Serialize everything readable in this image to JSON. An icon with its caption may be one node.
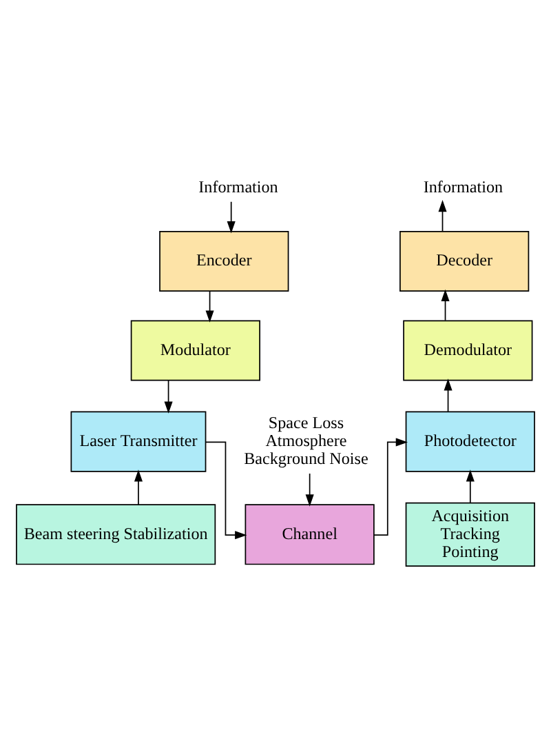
{
  "diagram": {
    "nodes": [
      {
        "text": [
          "Information"
        ]
      },
      {
        "text": [
          "Encoder"
        ]
      },
      {
        "text": [
          "Modulator"
        ]
      },
      {
        "text": [
          "Laser Transmitter"
        ]
      },
      {
        "text": [
          "Beam steering Stabilization"
        ]
      },
      {
        "text": [
          "Channel"
        ]
      },
      {
        "text": [
          "Space Loss Atmosphere Background Noise"
        ]
      },
      {
        "text": [
          "Acquisition Tracking Pointing"
        ]
      },
      {
        "text": [
          "Photodetector"
        ]
      },
      {
        "text": [
          "Demodulator"
        ]
      },
      {
        "text": [
          "Decoder"
        ]
      },
      {
        "text": [
          "Information"
        ]
      }
    ],
    "edges": [
      {
        "from": 0,
        "to": 1,
        "arrow": "to"
      },
      {
        "from": 1,
        "to": 2,
        "arrow": "to"
      },
      {
        "from": 2,
        "to": 3,
        "arrow": "to"
      },
      {
        "from": 4,
        "to": 3,
        "arrow": "to"
      },
      {
        "from": 3,
        "to": 5,
        "arrow": "to"
      },
      {
        "from": 6,
        "to": 5,
        "arrow": "to"
      },
      {
        "from": 5,
        "to": 8,
        "arrow": "to"
      },
      {
        "from": 7,
        "to": 8,
        "arrow": "to"
      },
      {
        "from": 8,
        "to": 9,
        "arrow": "to"
      },
      {
        "from": 9,
        "to": 10,
        "arrow": "to"
      },
      {
        "from": 10,
        "to": 11,
        "arrow": "to"
      }
    ]
  }
}
